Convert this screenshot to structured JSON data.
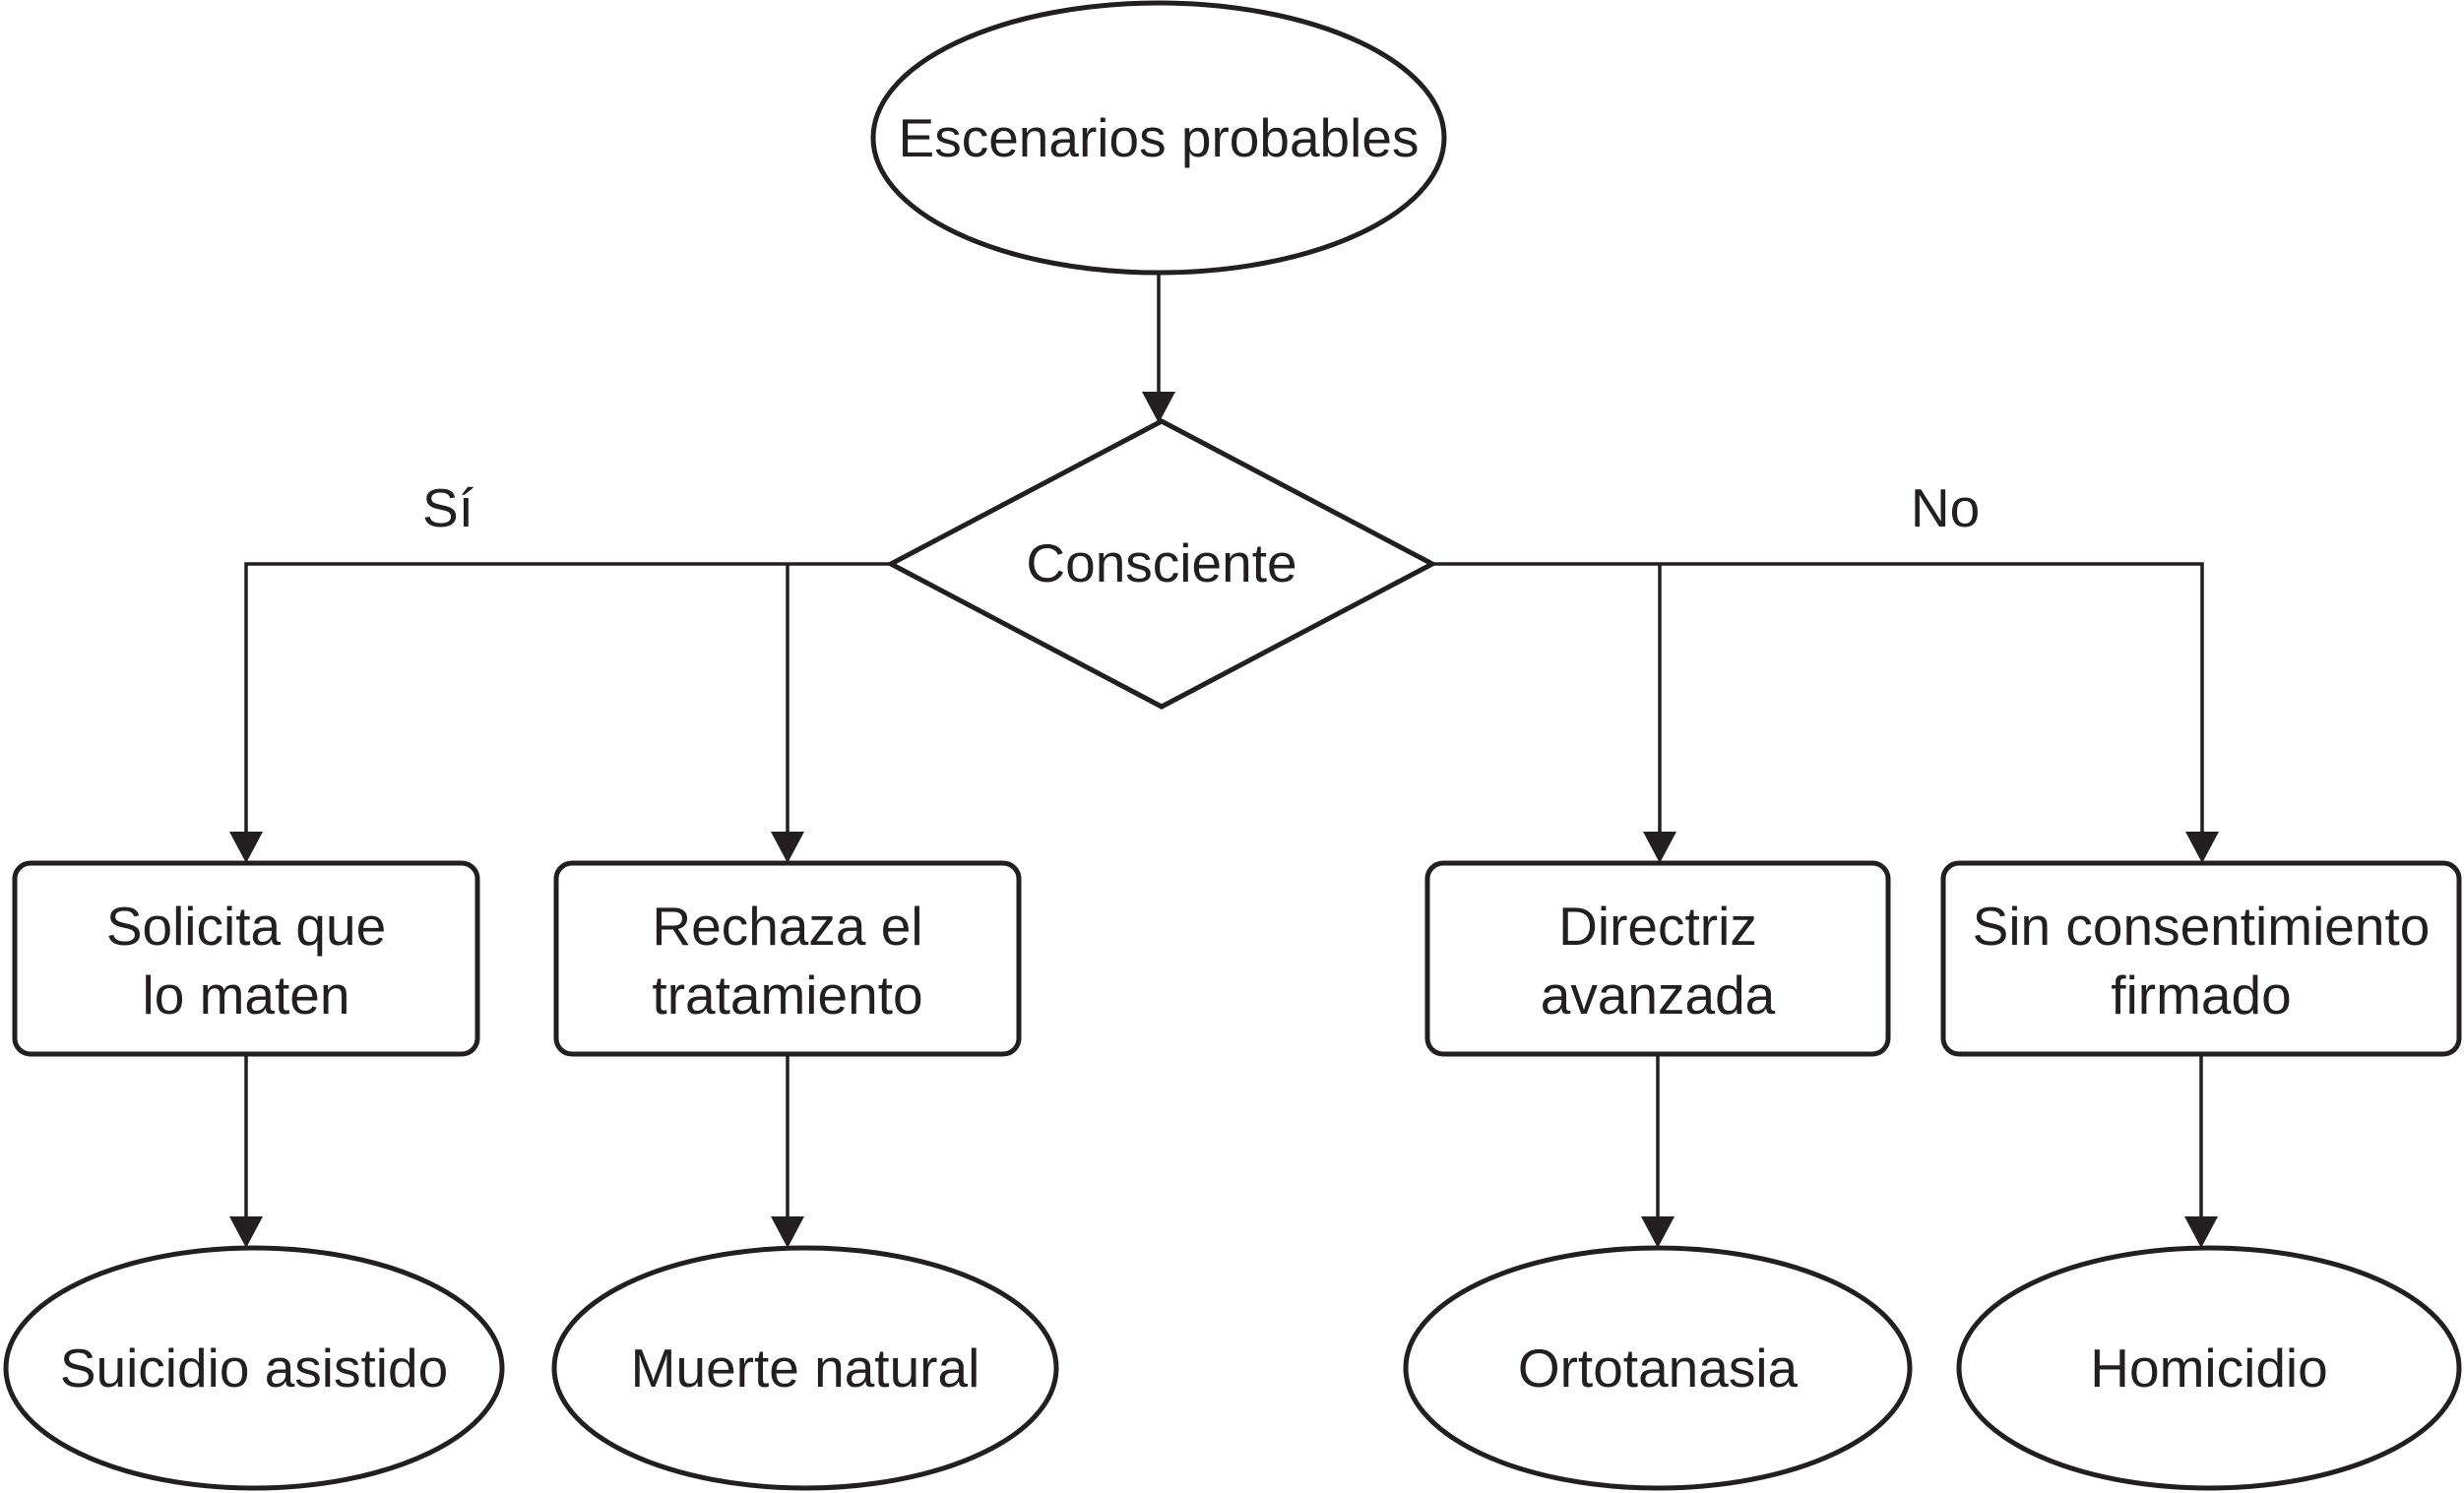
{
  "diagram": {
    "type": "flowchart",
    "colors": {
      "stroke": "#231f20",
      "text": "#231f20",
      "background": "#ffffff"
    },
    "root": {
      "shape": "ellipse",
      "label": "Escenarios probables"
    },
    "decision": {
      "shape": "diamond",
      "label": "Consciente"
    },
    "branches": {
      "yes": "Sí",
      "no": "No"
    },
    "processes": [
      {
        "shape": "rounded-rect",
        "branch": "Sí",
        "line1": "Solicita que",
        "line2": "lo maten"
      },
      {
        "shape": "rounded-rect",
        "branch": "Sí",
        "line1": "Rechaza el",
        "line2": "tratamiento"
      },
      {
        "shape": "rounded-rect",
        "branch": "No",
        "line1": "Directriz",
        "line2": "avanzada"
      },
      {
        "shape": "rounded-rect",
        "branch": "No",
        "line1": "Sin consentimiento",
        "line2": "firmado"
      }
    ],
    "outcomes": [
      {
        "shape": "ellipse",
        "label": "Suicidio asistido"
      },
      {
        "shape": "ellipse",
        "label": "Muerte natural"
      },
      {
        "shape": "ellipse",
        "label": "Ortotanasia"
      },
      {
        "shape": "ellipse",
        "label": "Homicidio"
      }
    ],
    "edges": [
      {
        "from": "Escenarios probables",
        "to": "Consciente",
        "label": ""
      },
      {
        "from": "Consciente",
        "to": "Solicita que lo maten",
        "label": "Sí"
      },
      {
        "from": "Consciente",
        "to": "Rechaza el tratamiento",
        "label": "Sí"
      },
      {
        "from": "Consciente",
        "to": "Directriz avanzada",
        "label": "No"
      },
      {
        "from": "Consciente",
        "to": "Sin consentimiento firmado",
        "label": "No"
      },
      {
        "from": "Solicita que lo maten",
        "to": "Suicidio asistido",
        "label": ""
      },
      {
        "from": "Rechaza el tratamiento",
        "to": "Muerte natural",
        "label": ""
      },
      {
        "from": "Directriz avanzada",
        "to": "Ortotanasia",
        "label": ""
      },
      {
        "from": "Sin consentimiento firmado",
        "to": "Homicidio",
        "label": ""
      }
    ]
  }
}
